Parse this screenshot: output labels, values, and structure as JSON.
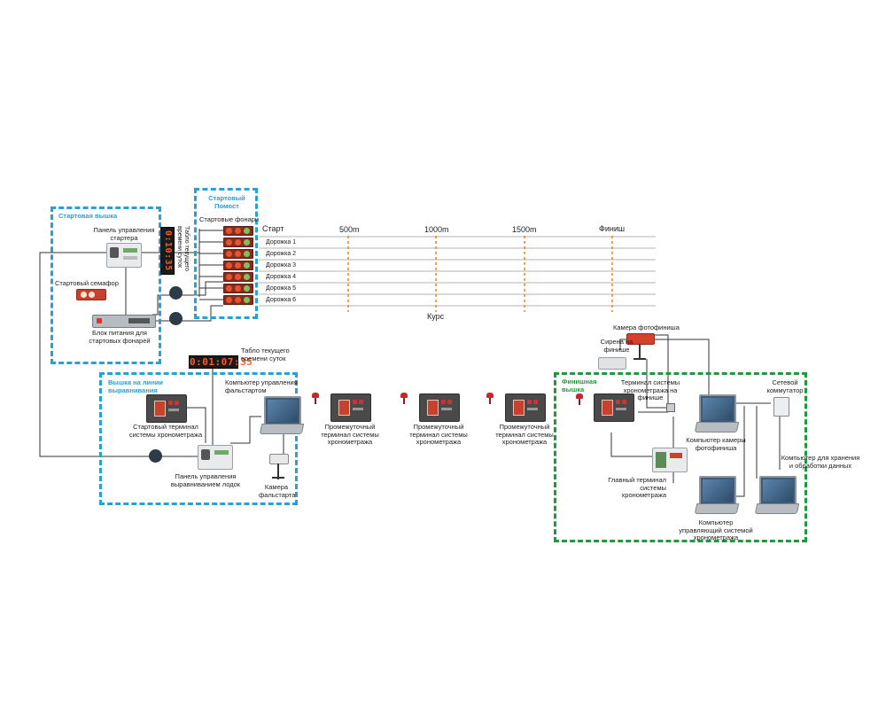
{
  "zones": {
    "start_tower": "Стартовая вышка",
    "start_pontoon": "Стартовый Помост",
    "alignment_tower": "Вышка на линии выравнивания",
    "finish_tower": "Финишная вышка"
  },
  "labels": {
    "starter_panel": "Панель управления стартера",
    "start_semaphore": "Стартовый семафор",
    "start_lights_psu": "Блок питания для стартовых фонарей",
    "day_clock_vertical": "Табло текущего времени суток",
    "start_lights": "Стартовые фонари",
    "day_clock": "Табло текущего времени суток",
    "false_start_computer": "Компьютер управления фальстартом",
    "start_terminal": "Стартовый терминал системы хронометража",
    "alignment_panel": "Панель управления выравниванием лодок",
    "false_start_camera": "Камера фальстарта",
    "intermediate_terminal": "Промежуточный терминал системы хронометража",
    "finish_siren": "Сирена на финише",
    "photofinish_camera": "Камера фотофиниша",
    "finish_terminal": "Терминал системы хронометража на финише",
    "network_switch": "Сетевой коммутатор",
    "photofinish_computer": "Компьютер камеры фотофиниша",
    "storage_computer": "Компьютер для хранения и обработки данных",
    "main_terminal": "Главный терминал системы хронометража",
    "timing_control_computer": "Компьютер управляющий системой хронометража"
  },
  "clocks": {
    "vertical": "0:10:35",
    "horizontal": "0:01:07:35"
  },
  "course": {
    "start": "Старт",
    "marks": [
      "500m",
      "1000m",
      "1500m"
    ],
    "finish": "Финиш",
    "axis_label": "Курс",
    "lanes": [
      "Дорожка 1",
      "Дорожка 2",
      "Дорожка 3",
      "Дорожка 4",
      "Дорожка 5",
      "Дорожка 6"
    ]
  },
  "colors": {
    "blue_zone": "#2a9fd6",
    "green_zone": "#1f9a3a",
    "distance_marker": "#f08a24",
    "clock_digits": "#ff5a1f"
  }
}
